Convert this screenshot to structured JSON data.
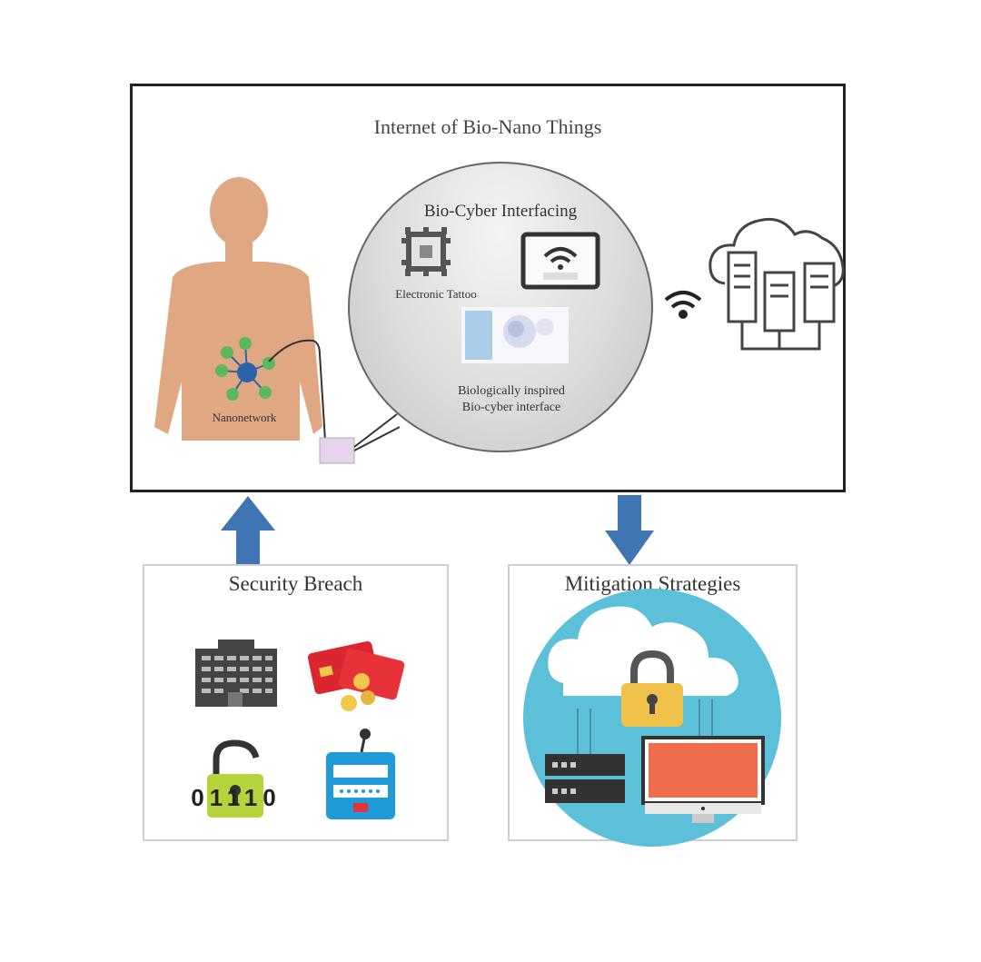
{
  "diagram": {
    "title": "Internet of Bio-Nano Things",
    "interface_circle": {
      "title": "Bio-Cyber Interfacing",
      "tattoo_label": "Electronic Tattoo",
      "bio_interface_label": "Biologically inspired Bio-cyber interface"
    },
    "nanonetwork_label": "Nanonetwork",
    "security_breach": {
      "title": "Security Breach",
      "binary_text": "01110"
    },
    "mitigation": {
      "title": "Mitigation Strategies"
    },
    "icons": [
      "human-body-icon",
      "nanonetwork-icon",
      "chip-icon",
      "rfid-reader-icon",
      "wifi-icon",
      "cloud-server-icon",
      "building-icon",
      "credit-card-icon",
      "broken-lock-icon",
      "login-icon",
      "cloud-lock-icon",
      "server-icon",
      "monitor-icon"
    ],
    "colors": {
      "arrow": "#3f74b5",
      "skin": "#e0a882",
      "node": "#5cb85c",
      "hub": "#2e62a8",
      "teal": "#5bc0d8",
      "lock": "#f0c24a",
      "monitor": "#ef6c4d"
    }
  }
}
